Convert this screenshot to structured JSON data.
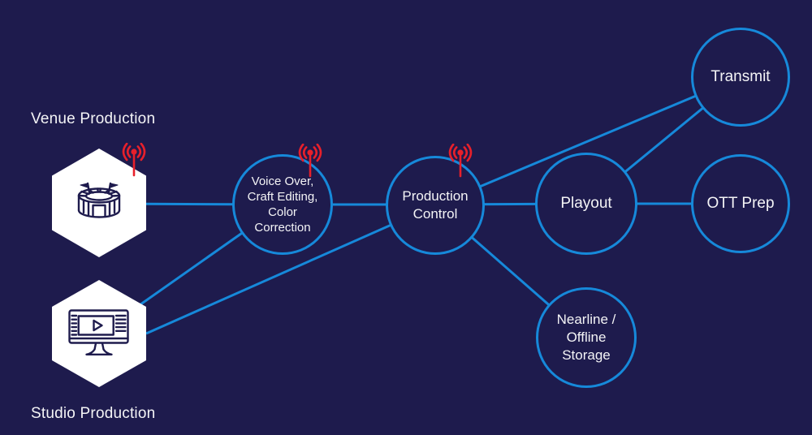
{
  "colors": {
    "bg_navy": "#1e1b4d",
    "line_blue": "#1689da",
    "alert_red": "#e7202b",
    "text_white": "#f4f4f6",
    "node_white": "#ffffff"
  },
  "sources": {
    "venue": {
      "label": "Venue Production",
      "icon": "stadium-icon",
      "has_signal_antenna": true
    },
    "studio": {
      "label": "Studio Production",
      "icon": "video-monitor-icon",
      "has_signal_antenna": false
    }
  },
  "nodes": {
    "voice_over": {
      "label": "Voice Over,\nCraft Editing,\nColor\nCorrection",
      "has_signal_antenna": true
    },
    "production_control": {
      "label": "Production\nControl",
      "has_signal_antenna": true
    },
    "playout": {
      "label": "Playout",
      "has_signal_antenna": false
    },
    "transmit": {
      "label": "Transmit",
      "has_signal_antenna": false
    },
    "ott_prep": {
      "label": "OTT Prep",
      "has_signal_antenna": false
    },
    "nearline": {
      "label": "Nearline /\nOffline\nStorage",
      "has_signal_antenna": false
    }
  },
  "edges": [
    {
      "from": "venue",
      "to": "voice_over"
    },
    {
      "from": "studio",
      "to": "voice_over"
    },
    {
      "from": "studio",
      "to": "production_control"
    },
    {
      "from": "voice_over",
      "to": "production_control"
    },
    {
      "from": "production_control",
      "to": "playout"
    },
    {
      "from": "production_control",
      "to": "transmit"
    },
    {
      "from": "production_control",
      "to": "nearline"
    },
    {
      "from": "playout",
      "to": "transmit"
    },
    {
      "from": "playout",
      "to": "ott_prep"
    }
  ],
  "icons": [
    "stadium-icon",
    "video-monitor-icon",
    "signal-antenna-icon"
  ]
}
